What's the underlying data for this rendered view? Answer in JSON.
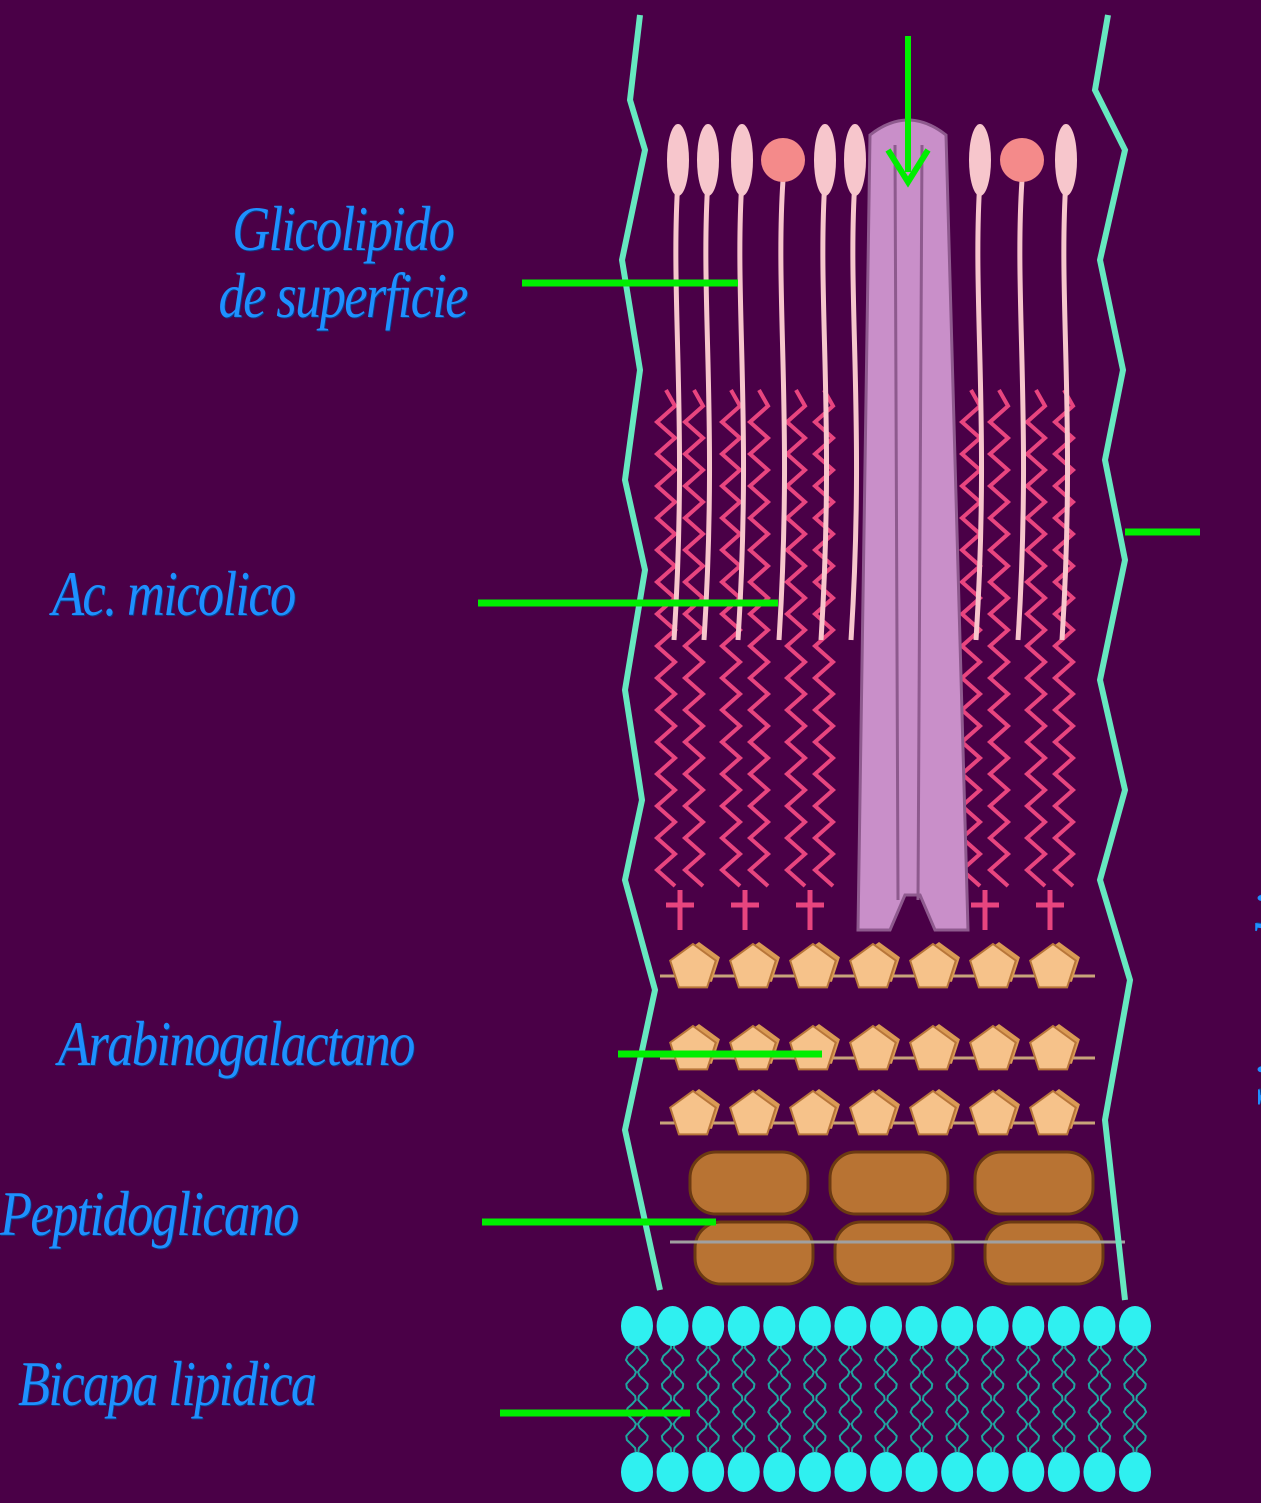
{
  "labels": {
    "glicolipido_line1": "Glicolipido",
    "glicolipido_line2": "de superficie",
    "micolico": "Ac. micolico",
    "arabinogalactano": "Arabinogalactano",
    "peptidoglicano": "Peptidoglicano",
    "bicapa": "Bicapa lipidica",
    "lipoarabinomanano": "Lipoarabinomanano"
  },
  "colors": {
    "background": "#4a0047",
    "label_text": "#1e90ff",
    "pointer_lines": "#00ee00",
    "envelope_line": "#66e8c0",
    "mycolic_chains": "#e8457f",
    "glycolipid_heads": "#f7c6cc",
    "porin": "#c98fc9",
    "arabinogalactan_units": "#f6c28a",
    "peptidoglycan_units": "#b87333",
    "bilayer_heads": "#2ff0f0"
  },
  "icons": {
    "porin_arrow": "down-arrow-icon"
  }
}
